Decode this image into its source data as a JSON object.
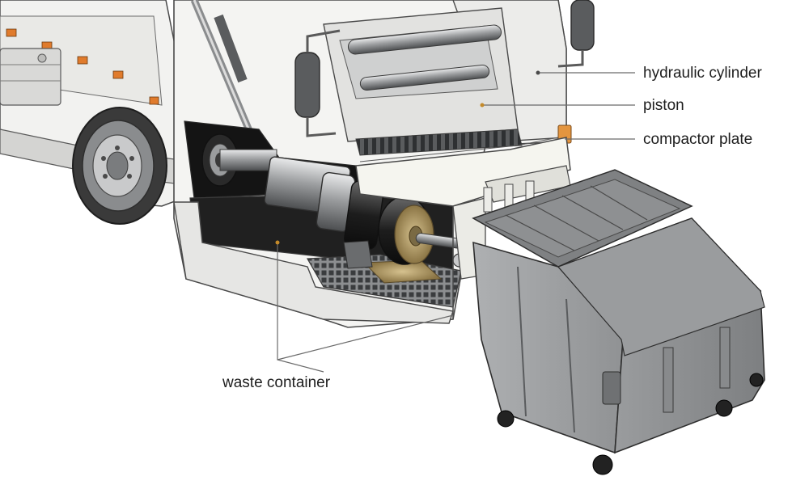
{
  "labels": {
    "hydraulic_cylinder": "hydraulic cylinder",
    "piston": "piston",
    "compactor_plate": "compactor plate",
    "waste_container": "waste container"
  },
  "colors": {
    "body_white": "#f2f2f0",
    "line": "#4a4a4a",
    "steel": "#a9abad",
    "dark_steel": "#2a2a2a",
    "bin_gray": "#8e9092",
    "bin_dark": "#6f7173",
    "marker_orange": "#e07b2c",
    "reflector": "#e3953f",
    "brass": "#b8a06a"
  }
}
